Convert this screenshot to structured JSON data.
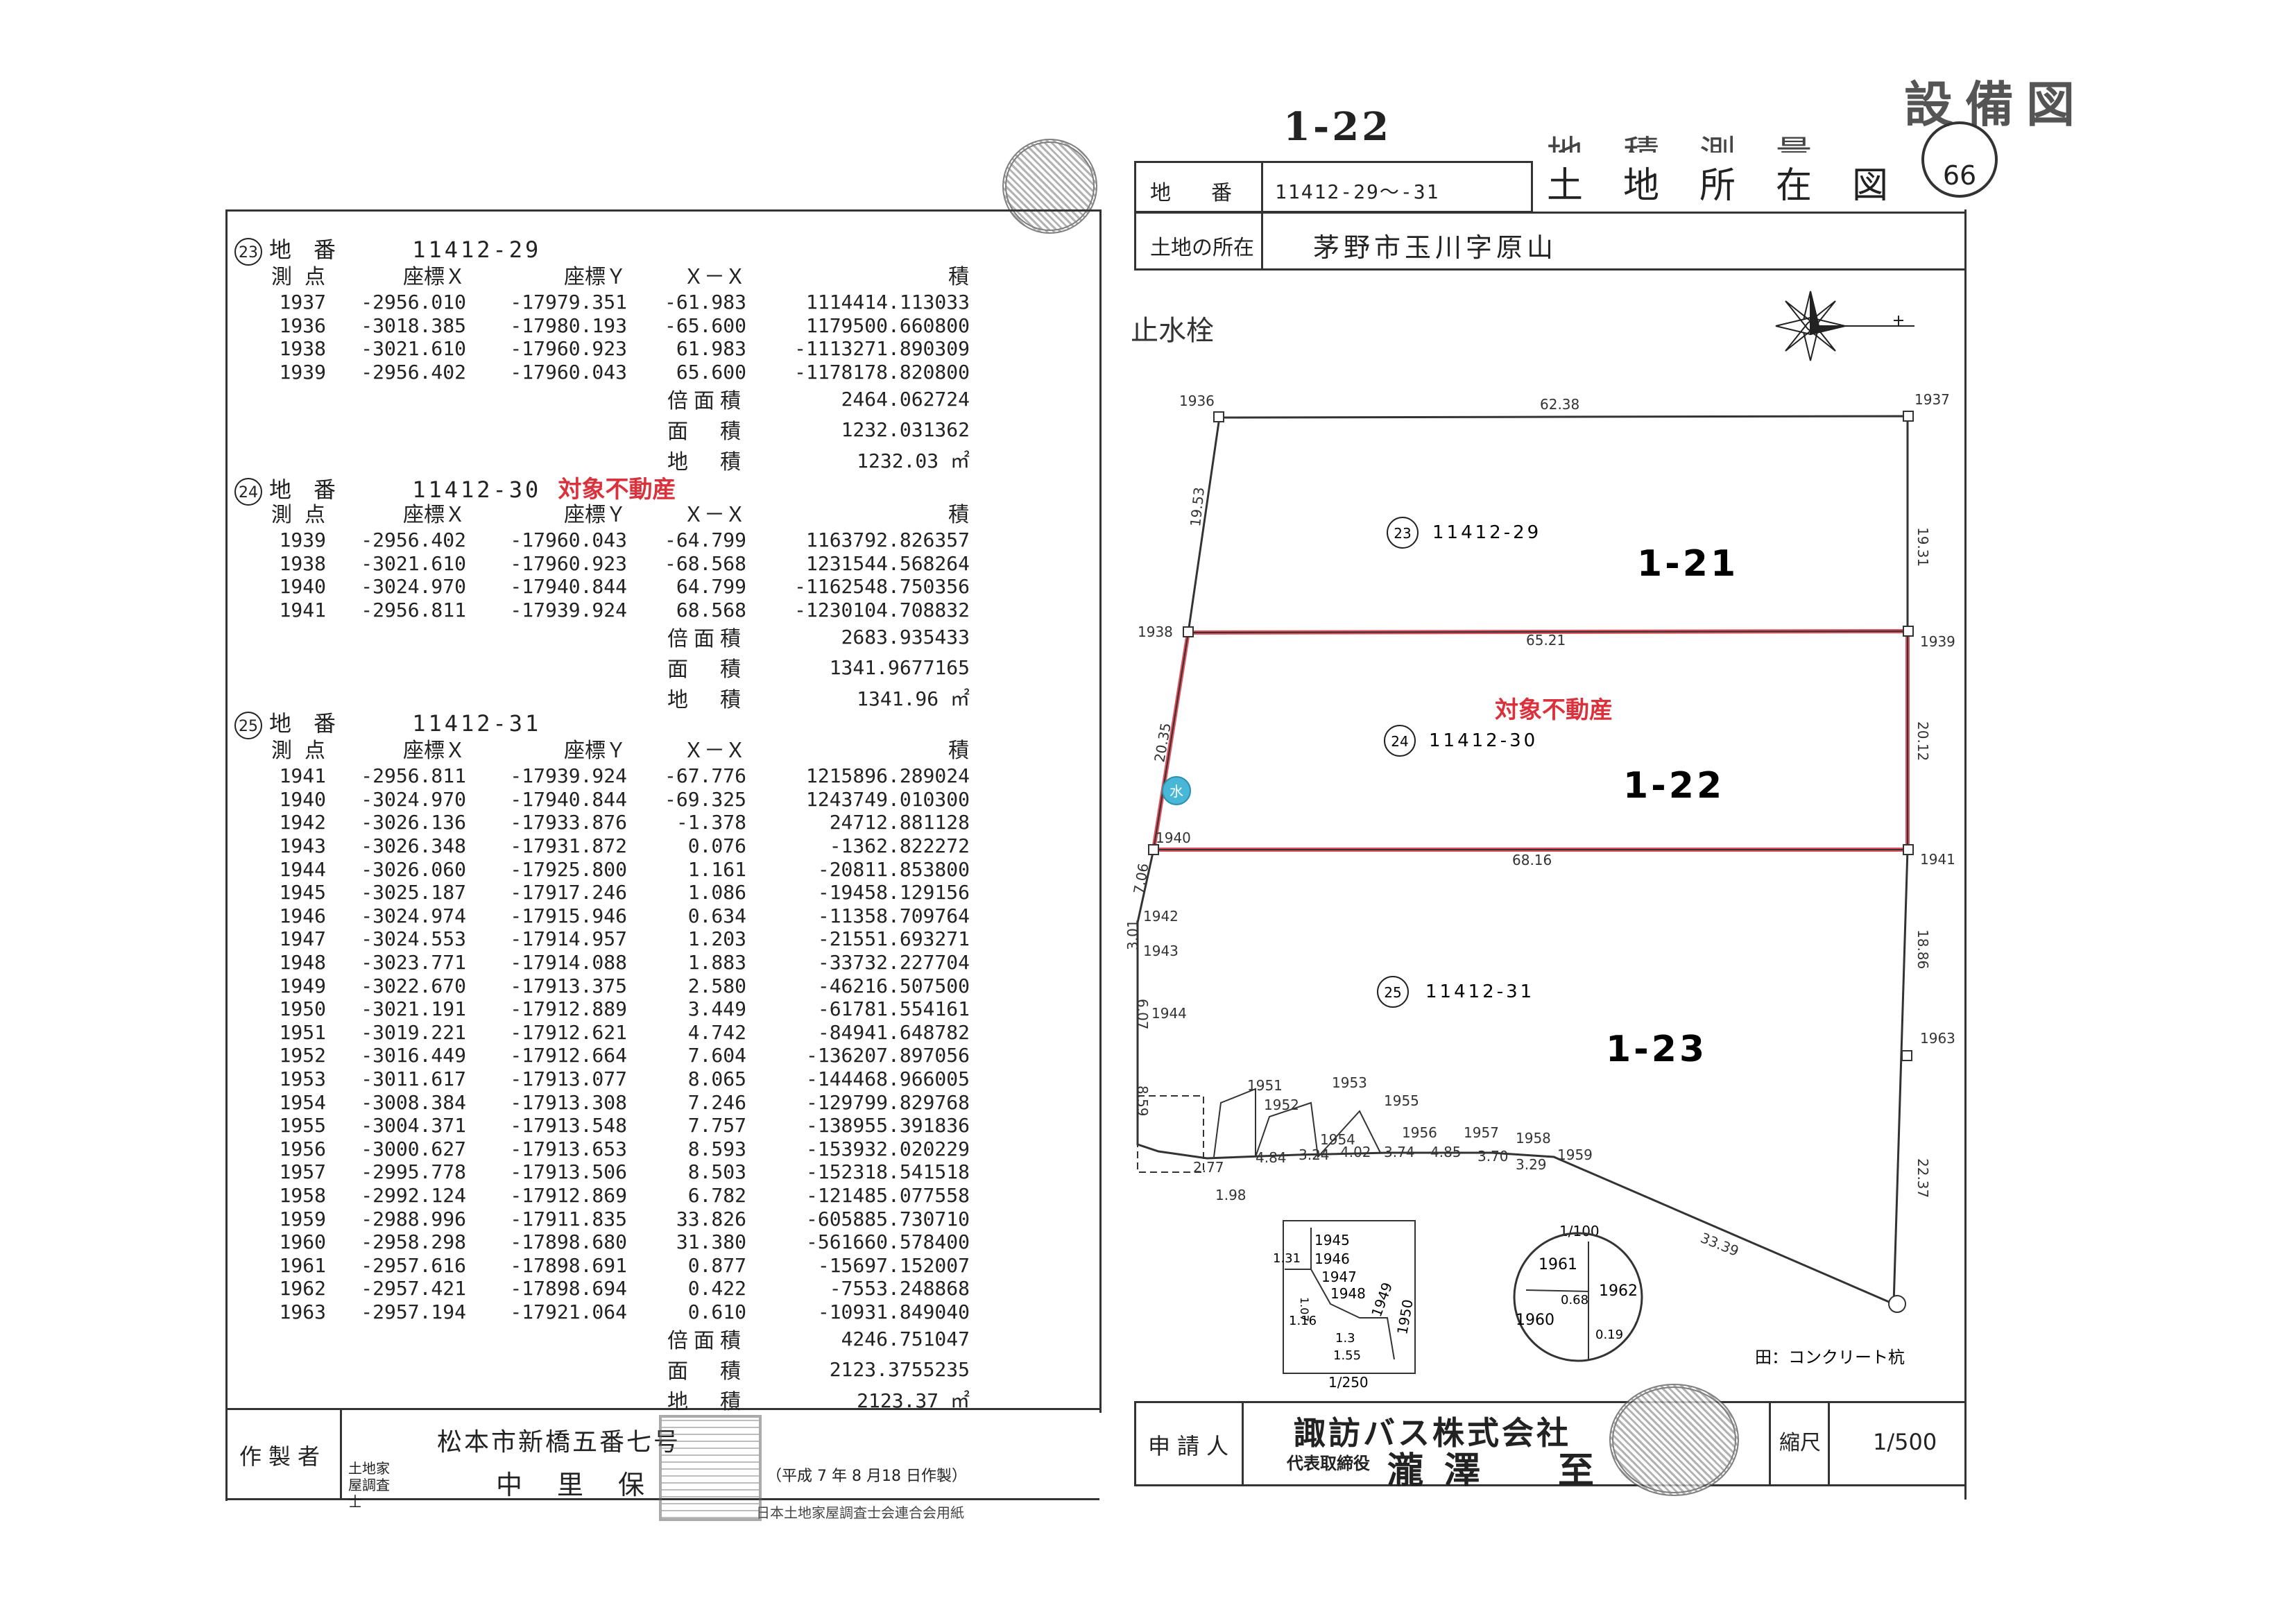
{
  "header": {
    "doc_title": "設備図",
    "sheet_label": "1-22",
    "map_title": "土地所在図",
    "cut_title": "地積測量図",
    "page_number": "66"
  },
  "info": {
    "chiban_label": "地　番",
    "chiban_value": "11412-29～-31",
    "location_label": "土地の所在",
    "location_value": "茅野市玉川字原山"
  },
  "parcels": [
    {
      "num": "23",
      "label": "地　番",
      "chiban": "11412-29",
      "tag": "",
      "header": [
        "測 点",
        "座標Ｘ",
        "座標Ｙ",
        "Ｘ－Ｘ",
        "積"
      ],
      "rows": [
        [
          "1937",
          "-2956.010",
          "-17979.351",
          "-61.983",
          "1114414.113033"
        ],
        [
          "1936",
          "-3018.385",
          "-17980.193",
          "-65.600",
          "1179500.660800"
        ],
        [
          "1938",
          "-3021.610",
          "-17960.923",
          "61.983",
          "-1113271.890309"
        ],
        [
          "1939",
          "-2956.402",
          "-17960.043",
          "65.600",
          "-1178178.820800"
        ]
      ],
      "totals": [
        {
          "label": "倍面積",
          "value": "2464.062724"
        },
        {
          "label": "面　積",
          "value": "1232.031362"
        },
        {
          "label": "地　積",
          "value": "1232.03 ㎡"
        }
      ]
    },
    {
      "num": "24",
      "label": "地　番",
      "chiban": "11412-30",
      "tag": "対象不動産",
      "header": [
        "測 点",
        "座標Ｘ",
        "座標Ｙ",
        "Ｘ－Ｘ",
        "積"
      ],
      "rows": [
        [
          "1939",
          "-2956.402",
          "-17960.043",
          "-64.799",
          "1163792.826357"
        ],
        [
          "1938",
          "-3021.610",
          "-17960.923",
          "-68.568",
          "1231544.568264"
        ],
        [
          "1940",
          "-3024.970",
          "-17940.844",
          "64.799",
          "-1162548.750356"
        ],
        [
          "1941",
          "-2956.811",
          "-17939.924",
          "68.568",
          "-1230104.708832"
        ]
      ],
      "totals": [
        {
          "label": "倍面積",
          "value": "2683.935433"
        },
        {
          "label": "面　積",
          "value": "1341.9677165"
        },
        {
          "label": "地　積",
          "value": "1341.96 ㎡"
        }
      ]
    },
    {
      "num": "25",
      "label": "地　番",
      "chiban": "11412-31",
      "tag": "",
      "header": [
        "測 点",
        "座標Ｘ",
        "座標Ｙ",
        "Ｘ－Ｘ",
        "積"
      ],
      "rows": [
        [
          "1941",
          "-2956.811",
          "-17939.924",
          "-67.776",
          "1215896.289024"
        ],
        [
          "1940",
          "-3024.970",
          "-17940.844",
          "-69.325",
          "1243749.010300"
        ],
        [
          "1942",
          "-3026.136",
          "-17933.876",
          "-1.378",
          "24712.881128"
        ],
        [
          "1943",
          "-3026.348",
          "-17931.872",
          "0.076",
          "-1362.822272"
        ],
        [
          "1944",
          "-3026.060",
          "-17925.800",
          "1.161",
          "-20811.853800"
        ],
        [
          "1945",
          "-3025.187",
          "-17917.246",
          "1.086",
          "-19458.129156"
        ],
        [
          "1946",
          "-3024.974",
          "-17915.946",
          "0.634",
          "-11358.709764"
        ],
        [
          "1947",
          "-3024.553",
          "-17914.957",
          "1.203",
          "-21551.693271"
        ],
        [
          "1948",
          "-3023.771",
          "-17914.088",
          "1.883",
          "-33732.227704"
        ],
        [
          "1949",
          "-3022.670",
          "-17913.375",
          "2.580",
          "-46216.507500"
        ],
        [
          "1950",
          "-3021.191",
          "-17912.889",
          "3.449",
          "-61781.554161"
        ],
        [
          "1951",
          "-3019.221",
          "-17912.621",
          "4.742",
          "-84941.648782"
        ],
        [
          "1952",
          "-3016.449",
          "-17912.664",
          "7.604",
          "-136207.897056"
        ],
        [
          "1953",
          "-3011.617",
          "-17913.077",
          "8.065",
          "-144468.966005"
        ],
        [
          "1954",
          "-3008.384",
          "-17913.308",
          "7.246",
          "-129799.829768"
        ],
        [
          "1955",
          "-3004.371",
          "-17913.548",
          "7.757",
          "-138955.391836"
        ],
        [
          "1956",
          "-3000.627",
          "-17913.653",
          "8.593",
          "-153932.020229"
        ],
        [
          "1957",
          "-2995.778",
          "-17913.506",
          "8.503",
          "-152318.541518"
        ],
        [
          "1958",
          "-2992.124",
          "-17912.869",
          "6.782",
          "-121485.077558"
        ],
        [
          "1959",
          "-2988.996",
          "-17911.835",
          "33.826",
          "-605885.730710"
        ],
        [
          "1960",
          "-2958.298",
          "-17898.680",
          "31.380",
          "-561660.578400"
        ],
        [
          "1961",
          "-2957.616",
          "-17898.691",
          "0.877",
          "-15697.152007"
        ],
        [
          "1962",
          "-2957.421",
          "-17898.694",
          "0.422",
          "-7553.248868"
        ],
        [
          "1963",
          "-2957.194",
          "-17921.064",
          "0.610",
          "-10931.849040"
        ]
      ],
      "totals": [
        {
          "label": "倍面積",
          "value": "4246.751047"
        },
        {
          "label": "面　積",
          "value": "2123.3755235"
        },
        {
          "label": "地　積",
          "value": "2123.37 ㎡"
        }
      ]
    }
  ],
  "map": {
    "hydrant_label": "止水栓",
    "hydrant_symbol": "水",
    "target_label": "対象不動産",
    "concrete_note": "田：コンクリート杭",
    "scale_inset_1": "1/100",
    "scale_inset_2": "1/250",
    "parcel_labels": [
      {
        "num": "23",
        "chiban": "11412-29",
        "section": "1-21"
      },
      {
        "num": "24",
        "chiban": "11412-30",
        "section": "1-22"
      },
      {
        "num": "25",
        "chiban": "11412-31",
        "section": "1-23"
      }
    ],
    "points": [
      "1936",
      "1937",
      "1938",
      "1939",
      "1940",
      "1941",
      "1942",
      "1943",
      "1944",
      "1951",
      "1952",
      "1953",
      "1954",
      "1955",
      "1956",
      "1957",
      "1958",
      "1959",
      "1963"
    ],
    "inset_points_a": [
      "1945",
      "1946",
      "1947",
      "1948",
      "1949",
      "1950"
    ],
    "inset_points_b": [
      "1961",
      "1960",
      "1962"
    ],
    "distances": [
      "62.38",
      "19.53",
      "19.31",
      "65.21",
      "20.35",
      "20.12",
      "68.16",
      "18.86",
      "22.37",
      "33.39",
      "7.06",
      "3.01",
      "6.07",
      "8.59",
      "2.77",
      "4.84",
      "3.24",
      "4.02",
      "3.74",
      "4.85",
      "3.70",
      "3.29",
      "1.98",
      "1.31",
      "1.07",
      "1.16",
      "1.3",
      "1.55",
      "0.68",
      "0.19"
    ],
    "color_red": "#e0505a",
    "color_cyan": "#49b7d8"
  },
  "footer": {
    "maker_label": "作製者",
    "address": "松本市新橋五番七号",
    "title_small": "土地家屋調査士",
    "name": "中　里　保",
    "date": "（平成 7 年 8 月18 日作製）",
    "paper_note": "日本土地家屋調査士会連合会用紙",
    "applicant_label": "申請人",
    "company": "諏訪バス株式会社",
    "rep_title": "代表取締役",
    "rep_name": "瀧澤　至",
    "scale_label": "縮尺",
    "scale_value": "1/500"
  }
}
